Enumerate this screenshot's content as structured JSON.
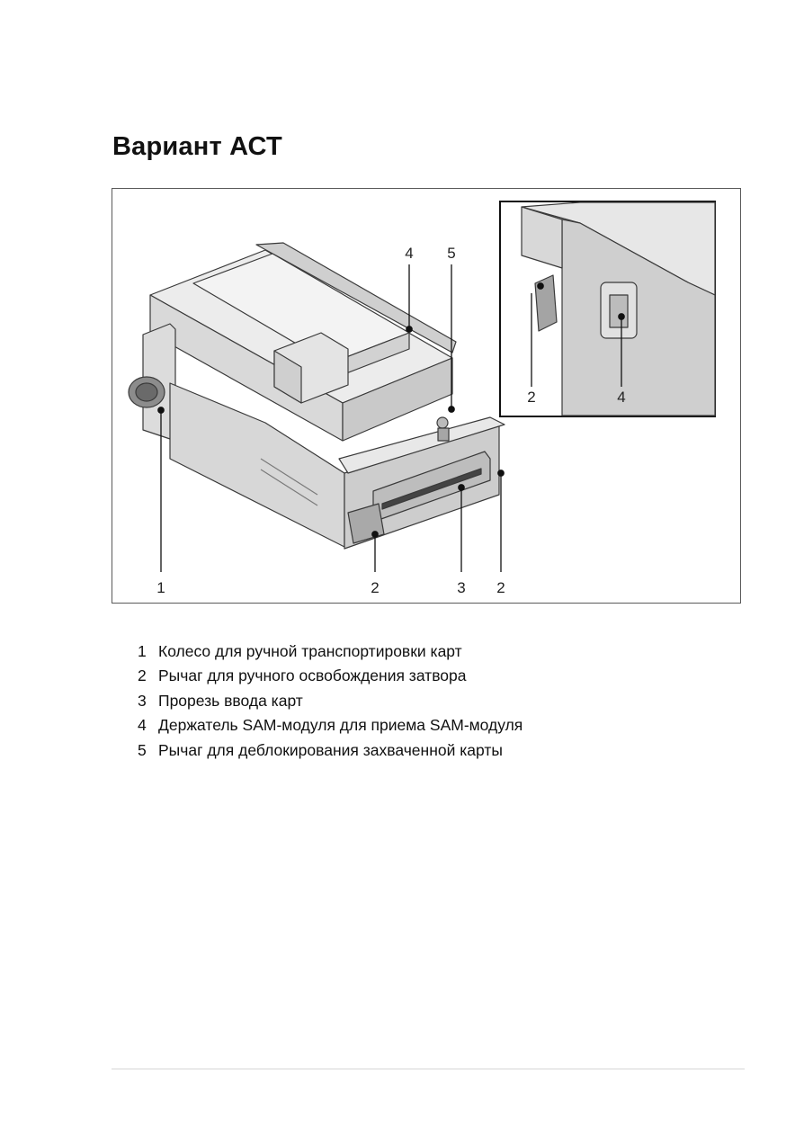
{
  "page": {
    "title": "Вариант АСТ"
  },
  "figure": {
    "callouts": {
      "main_4": "4",
      "main_5": "5",
      "main_1": "1",
      "main_2a": "2",
      "main_3": "3",
      "main_2b": "2",
      "inset_2": "2",
      "inset_4": "4"
    }
  },
  "legend": {
    "items": [
      {
        "num": "1",
        "text": "Колесо для ручной транспортировки карт"
      },
      {
        "num": "2",
        "text": "Рычаг для ручного освобождения затвора"
      },
      {
        "num": "3",
        "text": "Прорезь ввода карт"
      },
      {
        "num": "4",
        "text": "Держатель SAM-модуля для приема SAM-модуля"
      },
      {
        "num": "5",
        "text": "Рычаг для деблокирования захваченной карты"
      }
    ]
  }
}
